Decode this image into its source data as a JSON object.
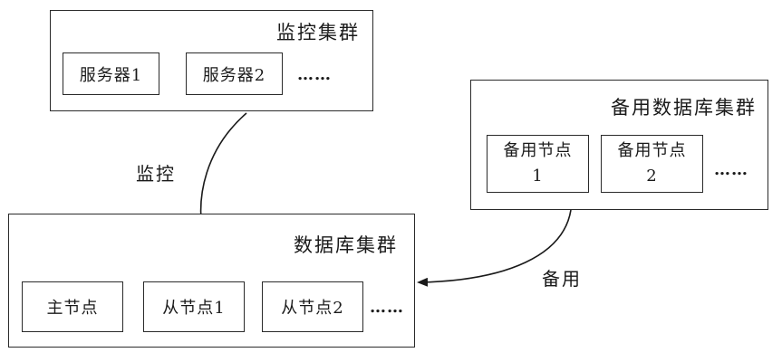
{
  "monitor_cluster": {
    "title": "监控集群",
    "nodes": [
      "服务器1",
      "服务器2"
    ],
    "ellipsis": "……"
  },
  "standby_cluster": {
    "title": "备用数据库集群",
    "nodes": [
      {
        "line1": "备用节点",
        "line2": "1"
      },
      {
        "line1": "备用节点",
        "line2": "2"
      }
    ],
    "ellipsis": "……"
  },
  "db_cluster": {
    "title": "数据库集群",
    "nodes": [
      "主节点",
      "从节点1",
      "从节点2"
    ],
    "ellipsis": "……"
  },
  "edges": {
    "monitor_label": "监控",
    "standby_label": "备用"
  }
}
